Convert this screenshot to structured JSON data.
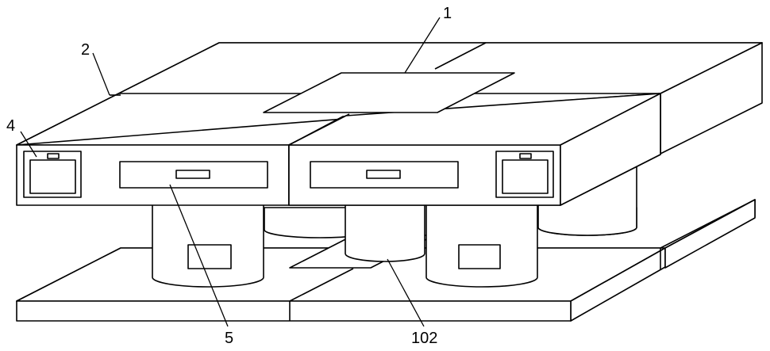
{
  "labels": {
    "part_1": "1",
    "part_2": "2",
    "part_4": "4",
    "part_5": "5",
    "part_102": "102"
  }
}
